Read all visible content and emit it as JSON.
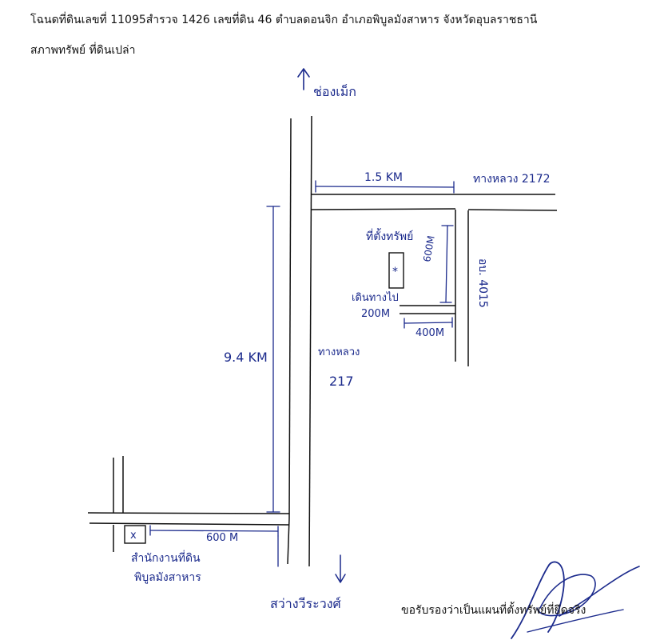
{
  "header": {
    "title_line": "โฉนดที่ดินเลขที่ 11095สำรวจ 1426 เลขที่ดิน 46 ตำบลดอนจิก อำเภอพิบูลมังสาหาร จังหวัดอุบลราชธานี",
    "condition_line": "สภาพทรัพย์ ที่ดินเปล่า"
  },
  "map": {
    "north_label": "ช่องเม็ก",
    "south_label": "สว่างวีระวงศ์",
    "dist_top": "1.5 KM",
    "road_top": "ทางหลวง 2172",
    "road_right": "อบ. 4015",
    "site_label": "ที่ตั้งทรัพย์",
    "dist_site_v": "600M",
    "dirt_road": "เดินทางไป",
    "dist_200": "200M",
    "dist_400": "400M",
    "dist_left": "9.4 KM",
    "road_main": "ทางหลวง",
    "road_main_no": "217",
    "dist_bottom": "600 M",
    "office_line1": "สำนักงานที่ดิน",
    "office_line2": "พิบูลมังสาหาร",
    "star": "*",
    "x_mark": "x"
  },
  "footer": {
    "certify": "ขอรับรองว่าเป็นแผนที่ตั้งทรัพย์ที่ยึดจริง"
  }
}
